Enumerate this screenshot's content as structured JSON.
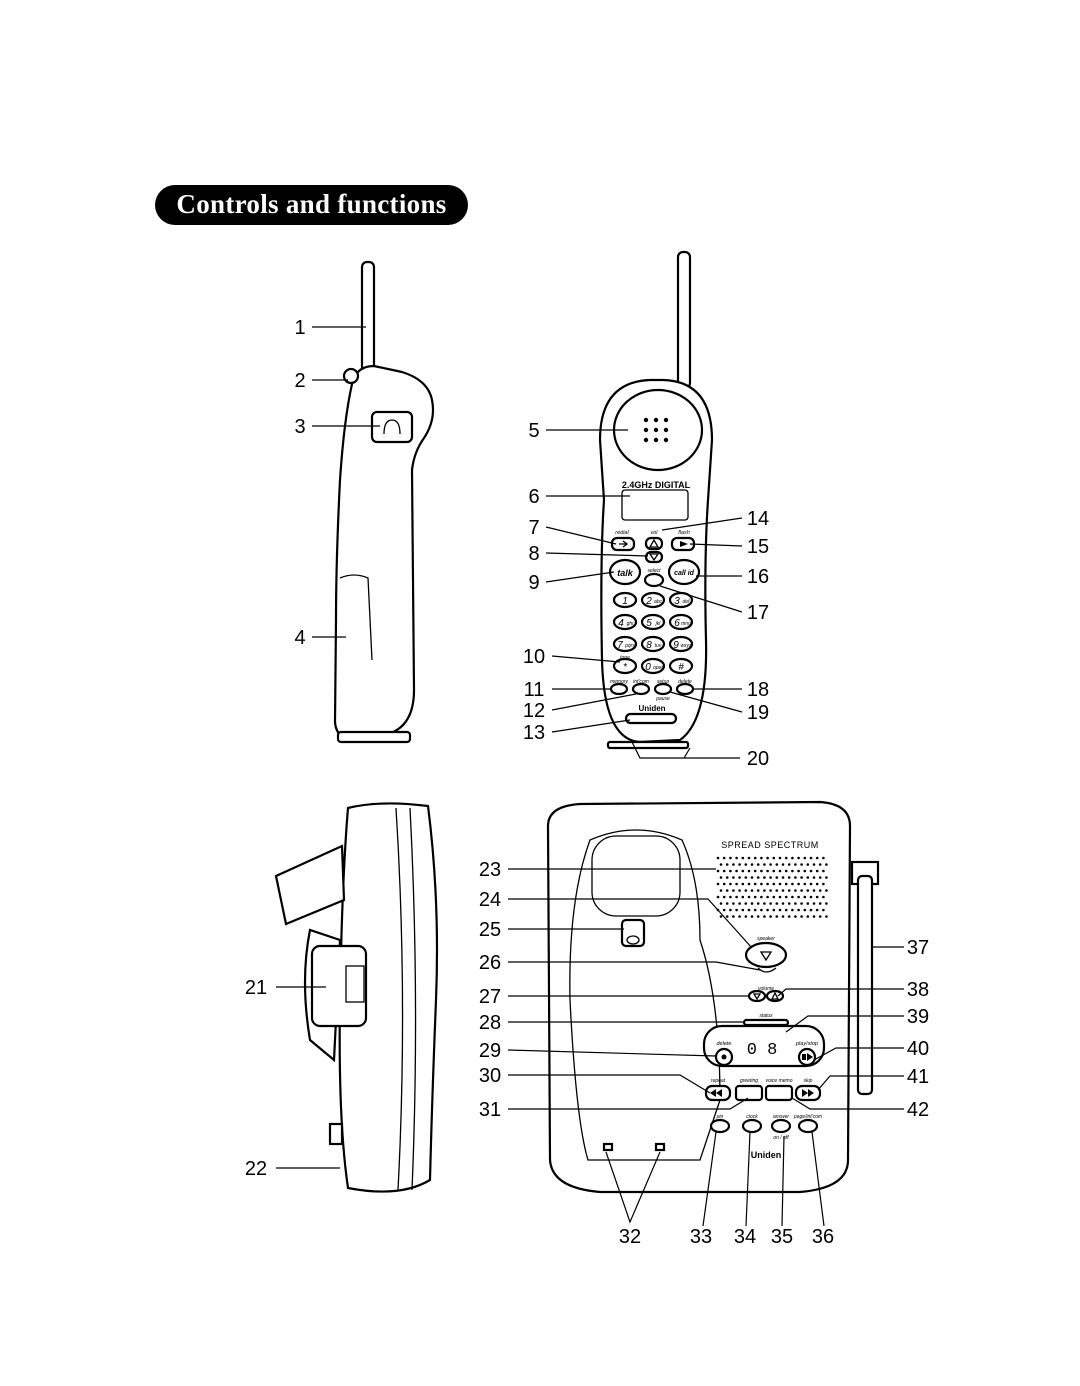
{
  "title": "Controls and functions",
  "colors": {
    "ink": "#000000",
    "paper": "#ffffff"
  },
  "handset_labels": {
    "display_brand": "2.4GHz  DIGITAL",
    "redial": "redial",
    "vol": "vol",
    "flash": "flash",
    "talk": "talk",
    "select": "select",
    "call_id": "call id",
    "key_1": "1",
    "key_2": "2",
    "key_2_sub": "abc",
    "key_3": "3",
    "key_3_sub": "def",
    "key_4": "4",
    "key_4_sub": "ghi",
    "key_5": "5",
    "key_5_sub": "jkl",
    "key_6": "6",
    "key_6_sub": "mno",
    "key_7": "7",
    "key_7_sub": "pqrs",
    "key_8": "8",
    "key_8_sub": "tuv",
    "key_9": "9",
    "key_9_sub": "wxyz",
    "key_star": "*",
    "key_0": "0",
    "key_0_sub": "oper",
    "key_hash": "#",
    "tone": "tone",
    "memory": "memory",
    "intcom": "int'com",
    "setup": "setup",
    "pause": "pause",
    "delete": "delete",
    "brand": "Uniden"
  },
  "base_labels": {
    "spread_spectrum": "SPREAD  SPECTRUM",
    "speaker": "speaker",
    "volume": "volume",
    "status": "status",
    "delete": "delete",
    "display": "0 8",
    "play_stop": "play/stop",
    "repeat": "repeat",
    "greeting": "greeting",
    "voice_memo": "voice memo",
    "skip": "skip",
    "pin": "pin",
    "clock": "clock",
    "answer": "answer",
    "on_off": "on / off",
    "page_intcom": "page/int'com",
    "brand": "Uniden"
  },
  "callouts": [
    "1",
    "2",
    "3",
    "4",
    "5",
    "6",
    "7",
    "8",
    "9",
    "10",
    "11",
    "12",
    "13",
    "14",
    "15",
    "16",
    "17",
    "18",
    "19",
    "20",
    "21",
    "22",
    "23",
    "24",
    "25",
    "26",
    "27",
    "28",
    "29",
    "30",
    "31",
    "32",
    "33",
    "34",
    "35",
    "36",
    "37",
    "38",
    "39",
    "40",
    "41",
    "42"
  ]
}
